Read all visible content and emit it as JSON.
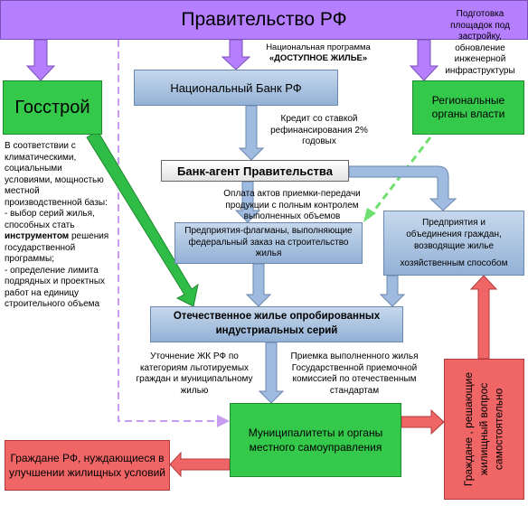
{
  "nodes": {
    "government": "Правительство РФ",
    "gosstroy": "Госстрой",
    "regional": [
      "Региональные",
      "органы власти"
    ],
    "national_bank": "Национальный Банк РФ",
    "bank_agent": "Банк-агент Правительства",
    "flagships": "Предприятия-флагманы, выполняющие федеральный заказ на строительство жилья",
    "enterprises": [
      "Предприятия и",
      "объединения граждан,",
      "возводящие жилье",
      "хозяйственным способом"
    ],
    "domestic": [
      "Отечественное жилье опробированных",
      "индустриальных серий"
    ],
    "municipal": [
      "Муниципалитеты и органы",
      "местного самоуправления"
    ],
    "citizens_need": [
      "Граждане РФ, нуждающиеся в",
      "улучшении жилищных условий"
    ],
    "citizens_self": "Граждане , решающие\nжилищный вопрос\nсамостоятельно"
  },
  "labels": {
    "national_program": [
      "Национальная программа",
      "«ДОСТУПНОЕ ЖИЛЬЕ»"
    ],
    "site_prep": [
      "Подготовка",
      "площадок под",
      "застройку,",
      "обновление",
      "инженерной",
      "инфраструктуры"
    ],
    "credit": [
      "Кредит со ставкой",
      "рефинансирования 2%",
      "годовых"
    ],
    "payment": [
      "Оплата актов приемки-передачи",
      "продукции с полным контролем",
      "выполненных объемов"
    ],
    "gosstroy_desc_1": [
      "В соответствии с",
      "климатическими,",
      "социальными",
      "условиями, мощностью",
      "местной",
      "производственной базы:",
      " - выбор серий жилья,",
      "способных стать"
    ],
    "gosstroy_desc_bold": "инструментом",
    "gosstroy_desc_2": [
      " решения",
      "государственной",
      "программы;",
      "- определение лимита",
      "подрядных и проектных",
      "работ на единицу",
      "строительного объема"
    ],
    "clarify": [
      "Уточнение ЖК  РФ по",
      "категориям льготируемых",
      "граждан и муниципальному",
      "жилью"
    ],
    "acceptance": [
      "Приемка выполненного жилья",
      "Государственной приемочной",
      "комиссией по отечественным",
      "стандартам"
    ]
  },
  "colors": {
    "purple": "#b67fff",
    "green": "#35c94b",
    "blue": "#93b1d6",
    "red": "#f06666"
  }
}
